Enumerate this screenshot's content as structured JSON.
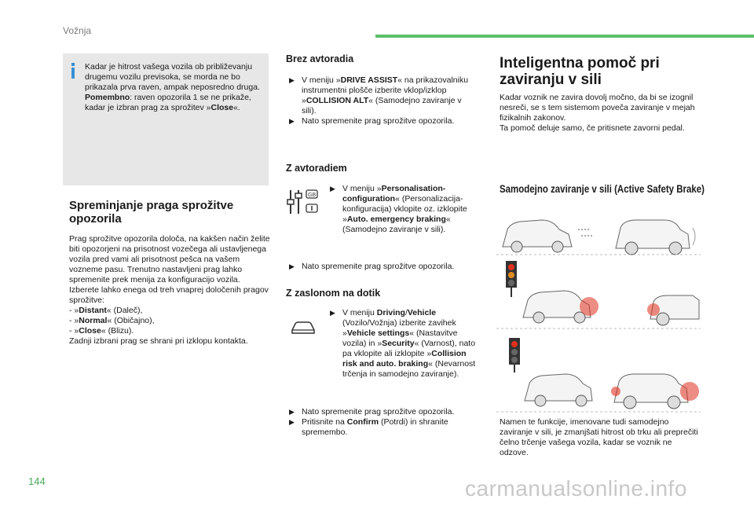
{
  "header": {
    "section": "Vožnja",
    "page_number": "144",
    "watermark": "carmanualsonline.info"
  },
  "note": {
    "text": "Kadar je hitrost vašega vozila ob približevanju drugemu vozilu previsoka, se morda ne bo prikazala prva raven, ampak neposredno druga.",
    "important_label": "Pomembno",
    "important_text": ": raven opozorila 1 se ne prikaže, kadar je izbran prag za sprožitev »",
    "close": "Close",
    "close_end": "«."
  },
  "threshold": {
    "title": "Spreminjanje praga sprožitve opozorila",
    "intro": "Prag sprožitve opozorila določa, na kakšen način želite biti opozorjeni na prisotnost vozečega ali ustavljenega vozila pred vami ali prisotnost pešca na vašem vozneme pasu. Trenutno nastavljeni prag lahko spremenite prek menija za konfiguracijo vozila.",
    "choose": "Izberete lahko enega od treh vnaprej določenih pragov sprožitve:",
    "opt1_word": "Distant",
    "opt1_tr": "« (Daleč),",
    "opt2_word": "Normal",
    "opt2_tr": "« (Običajno),",
    "opt3_word": "Close",
    "opt3_tr": "« (Blizu).",
    "dash": "- »",
    "outro": "Zadnji izbrani prag se shrani pri izklopu kontakta."
  },
  "no_audio": {
    "title": "Brez avtoradia",
    "b1_a": "V meniju »",
    "b1_menu": "DRIVE ASSIST",
    "b1_b": "« na prikazovalniku instrumentni plošče izberite vklop/izklop »",
    "b1_item": "COLLISION ALT",
    "b1_c": "« (Samodejno zaviranje v sili).",
    "b2": "Nato spremenite prag sprožitve opozorila."
  },
  "with_audio": {
    "title": "Z avtoradiem",
    "b1_a": "V meniju »",
    "b1_menu": "Personalisation-configuration",
    "b1_b": "« (Personalizacija-konfiguracija) vklopite oz. izklopite »",
    "b1_item": "Auto. emergency braking",
    "b1_c": "« (Samodejno zaviranje v sili).",
    "b2": "Nato spremenite prag sprožitve opozorila.",
    "icon_label": "GB"
  },
  "touchscreen": {
    "title": "Z zaslonom na dotik",
    "b1_a": "V meniju ",
    "b1_menu": "Driving",
    "b1_slash": "/",
    "b1_menu2": "Vehicle",
    "b1_b": " (Vozilo/Vožnja) izberite zavihek »",
    "b1_tab": "Vehicle settings",
    "b1_c": "« (Nastavitve vozila) in »",
    "b1_sec": "Security",
    "b1_d": "« (Varnost), nato pa vklopite ali izklopite »",
    "b1_item": "Collision risk and auto. braking",
    "b1_e": "« (Nevarnost trčenja in samodejno zaviranje).",
    "b2": "Nato spremenite prag sprožitve opozorila.",
    "b3_a": "Pritisnite na ",
    "b3_btn": "Confirm",
    "b3_b": " (Potrdi) in shranite spremembo."
  },
  "aeb": {
    "title": "Inteligentna pomoč pri zaviranju v sili",
    "intro1": "Kadar voznik ne zavira dovolj močno, da bi se izognil nesreči, se s tem sistemom poveča zaviranje v mejah fizikalnih zakonov.",
    "intro2": "Ta pomoč deluje samo, če pritisnete zavorni pedal.",
    "subtitle": "Samodejno zaviranje v sili (Active Safety Brake)",
    "caption": "Namen te funkcije, imenovane tudi samodejno zaviranje v sili, je zmanjšati hitrost ob trku ali preprečiti čelno trčenje vašega vozila, kadar se voznik ne odzove."
  },
  "colors": {
    "accent_green": "#5cc06a",
    "info_blue": "#3a8fd0",
    "impact_red": "#e0301e"
  }
}
